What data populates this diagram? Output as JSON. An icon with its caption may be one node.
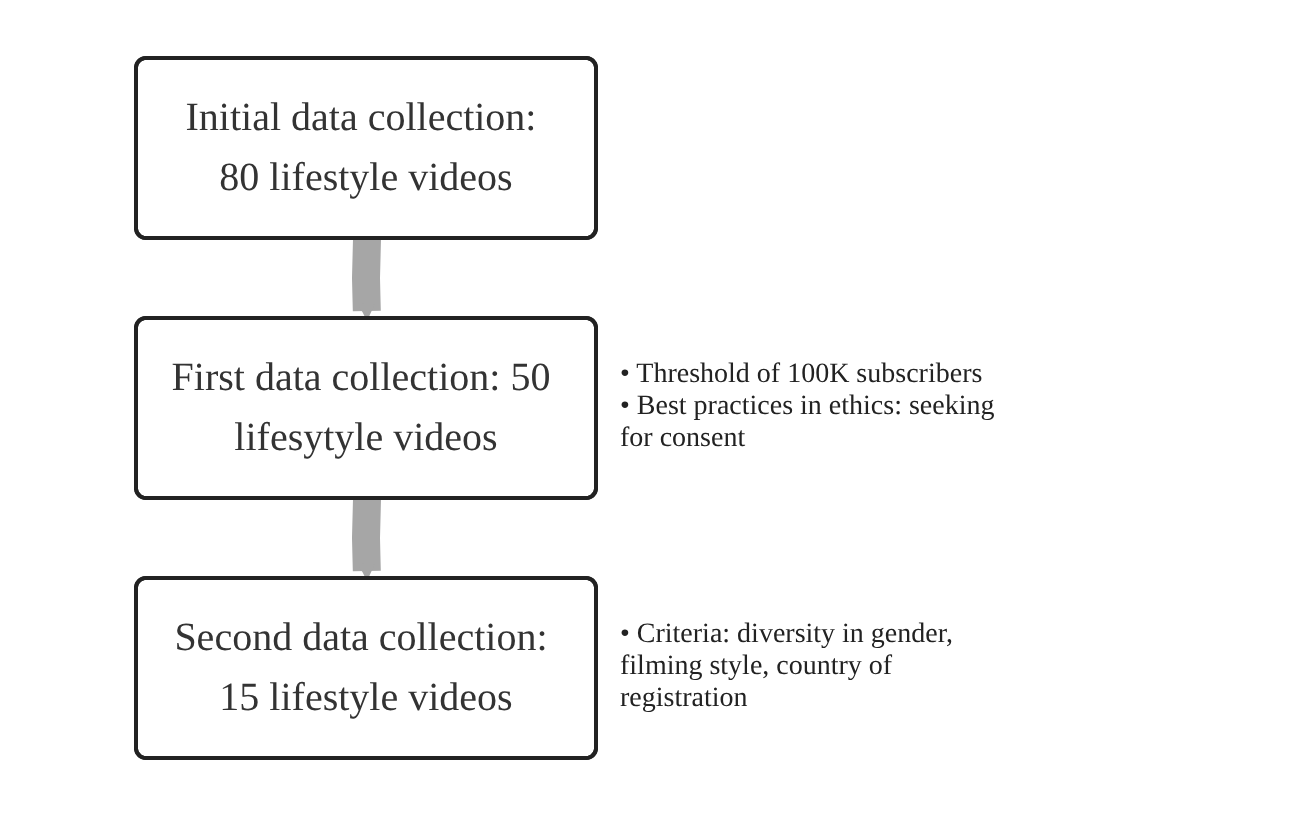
{
  "diagram": {
    "nodes": [
      {
        "text": [
          "Initial data collection: 80 lifestyle videos"
        ]
      },
      {
        "text": [
          "First data collection: 50 lifesytyle videos"
        ],
        "beside": [
          "• Threshold of 100K subscribers",
          "• Best practices in ethics: seeking for consent"
        ]
      },
      {
        "text": [
          "Second data collection: 15 lifestyle videos"
        ],
        "beside": [
          "• Criteria: diversity in gender, filming style, country of registration"
        ]
      }
    ],
    "edges": [
      {
        "from": 0,
        "to": 1,
        "arrow": "to"
      },
      {
        "from": 1,
        "to": 2,
        "arrow": "to"
      }
    ]
  }
}
